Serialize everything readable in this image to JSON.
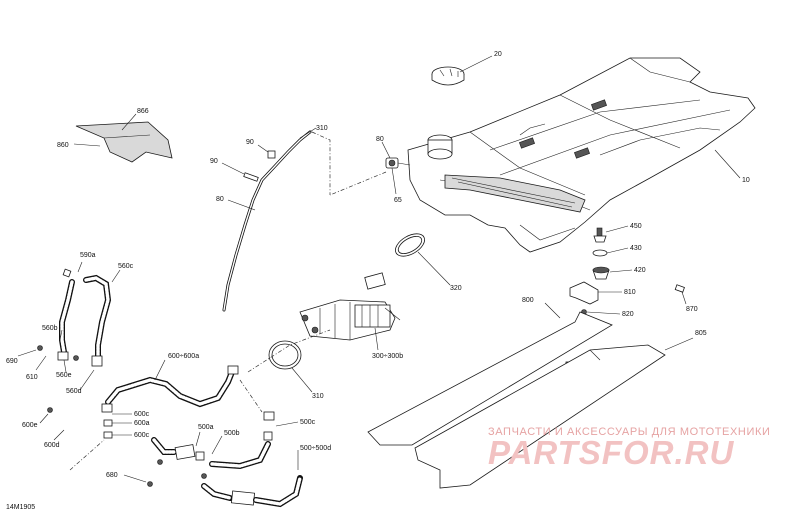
{
  "diagram": {
    "code": "14M1905",
    "watermark": {
      "tagline": "ЗАПЧАСТИ И АКСЕССУАРЫ ДЛЯ МОТОТЕХНИКИ",
      "logo": "PARTSFOR.RU"
    },
    "labels": {
      "p20": "20",
      "p10": "10",
      "p80": "80",
      "p65": "65",
      "p90a": "90",
      "p90b": "90",
      "p80hose": "80",
      "p310": "310",
      "p320": "320",
      "p450": "450",
      "p430": "430",
      "p420": "420",
      "p810": "810",
      "p870": "870",
      "p820": "820",
      "p800": "800",
      "p805": "805",
      "p300": "300÷300b",
      "p310b": "310",
      "p866": "866",
      "p860": "860",
      "p590a": "590a",
      "p560c": "560c",
      "p560b": "560b",
      "p690": "690",
      "p610": "610",
      "p560e": "560e",
      "p560d": "560d",
      "p600_600a": "600÷600a",
      "p600c1": "600c",
      "p600a": "600a",
      "p600c2": "600c",
      "p600e": "600e",
      "p600d": "600d",
      "p500a": "500a",
      "p500b": "500b",
      "p500c": "500c",
      "p500_500d": "500÷500d",
      "p680": "680"
    }
  }
}
